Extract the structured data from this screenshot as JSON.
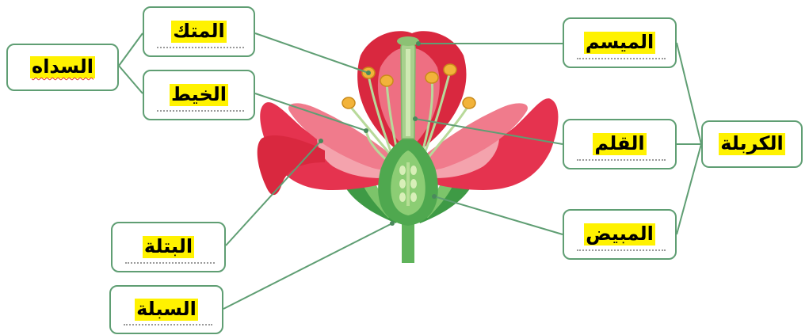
{
  "labels": {
    "stamens": "السداه",
    "anther": "المتك",
    "filament": "الخيط",
    "stigma": "الميسم",
    "style": "القلم",
    "pistil": "الكربلة",
    "ovary": "المبيض",
    "petal": "البتلة",
    "sepal": "السبلة"
  },
  "colors": {
    "highlight": "#fff200",
    "box_border": "#5f9e73",
    "petal_outer": "#e5334f",
    "petal_inner": "#f4a3ad",
    "pistil": "#a8d08d",
    "stem": "#4fa84f"
  }
}
